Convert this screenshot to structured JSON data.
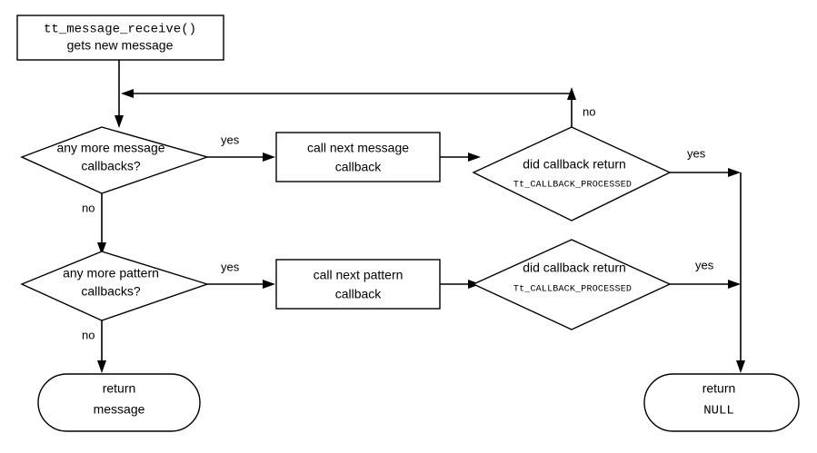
{
  "diagram": {
    "title": "tt_message_receive callback dispatch flowchart",
    "type": "flowchart",
    "stroke_color": "#000000",
    "fill_color": "#ffffff",
    "nodes": {
      "start": {
        "shape": "process",
        "line1": "tt_message_receive()",
        "line2": "gets new message"
      },
      "decision_message_callbacks": {
        "shape": "decision",
        "line1": "any more message",
        "line2": "callbacks?"
      },
      "call_message_callback": {
        "shape": "process",
        "line1": "call next message",
        "line2": "callback"
      },
      "decision_message_return": {
        "shape": "decision",
        "line1": "did callback return",
        "line2": "Tt_CALLBACK_PROCESSED"
      },
      "decision_pattern_callbacks": {
        "shape": "decision",
        "line1": "any more pattern",
        "line2": "callbacks?"
      },
      "call_pattern_callback": {
        "shape": "process",
        "line1": "call next pattern",
        "line2": "callback"
      },
      "decision_pattern_return": {
        "shape": "decision",
        "line1": "did callback return",
        "line2": "Tt_CALLBACK_PROCESSED"
      },
      "return_message": {
        "shape": "terminator",
        "line1": "return",
        "line2": "message"
      },
      "return_null": {
        "shape": "terminator",
        "line1": "return",
        "line2": "NULL"
      }
    },
    "edge_labels": {
      "message_callbacks_yes": "yes",
      "message_callbacks_no": "no",
      "message_return_yes": "yes",
      "message_return_no": "no",
      "pattern_callbacks_yes": "yes",
      "pattern_callbacks_no": "no",
      "pattern_return_yes": "yes"
    }
  }
}
